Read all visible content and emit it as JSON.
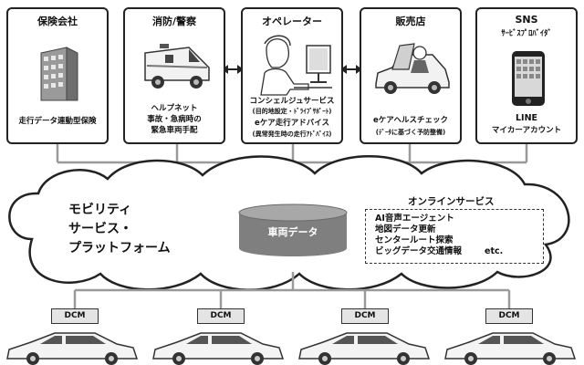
{
  "partners": [
    {
      "title": "保険会社",
      "subtitle": "",
      "captions": [
        "走行データ連動型保険"
      ],
      "small": [],
      "icon": "office-building-icon"
    },
    {
      "title": "消防/警察",
      "subtitle": "",
      "captions": [
        "ヘルプネット",
        "事故・急病時の",
        "緊急車両手配"
      ],
      "small": [],
      "icon": "ambulance-icon"
    },
    {
      "title": "オペレーター",
      "subtitle": "",
      "captions": [
        "コンシェルジュサービス",
        "eケア走行アドバイス"
      ],
      "small": [
        "(目的地設定・ﾄﾞﾗｲﾌﾞｻﾎﾟｰﾄ)",
        "(異常発生時の走行ｱﾄﾞﾊﾞｲｽ)"
      ],
      "icon": "operator-headset-icon"
    },
    {
      "title": "販売店",
      "subtitle": "",
      "captions": [
        "eケアヘルスチェック"
      ],
      "small": [
        "(ﾃﾞｰﾀに基づく予防整備)"
      ],
      "icon": "mechanic-car-icon"
    },
    {
      "title": "SNS",
      "subtitle": "ｻｰﾋﾞｽﾌﾟﾛﾊﾞｲﾀﾞ",
      "captions": [
        "LINE",
        "マイカーアカウント"
      ],
      "small": [],
      "icon": "smartphone-icon"
    }
  ],
  "platform": {
    "lines": [
      "モビリティ",
      "サービス・",
      "プラットフォーム"
    ]
  },
  "database": {
    "label": "車両データ"
  },
  "online": {
    "title": "オンラインサービス",
    "items": [
      "AI音声エージェント",
      "地図データ更新",
      "センタールート探索",
      "ビッグデータ交通情報"
    ],
    "etc": "etc."
  },
  "dcm_label": "DCM",
  "colors": {
    "line": "#9a9a9a",
    "database": "#7f7f7f",
    "border": "#222222"
  }
}
